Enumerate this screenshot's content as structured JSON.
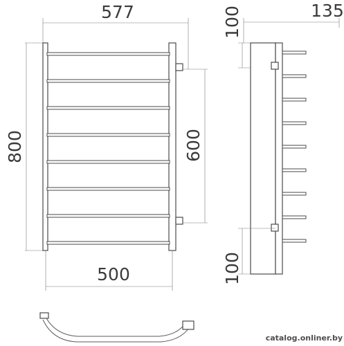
{
  "dimensions": {
    "overall_width": "577",
    "rail_width": "500",
    "overall_height": "800",
    "mount_spacing": "600",
    "side_depth": "135",
    "side_top_offset": "100",
    "side_bottom_offset": "100"
  },
  "watermark": "catalog.onliner.by",
  "rungs_front": 8,
  "rungs_side": 9
}
